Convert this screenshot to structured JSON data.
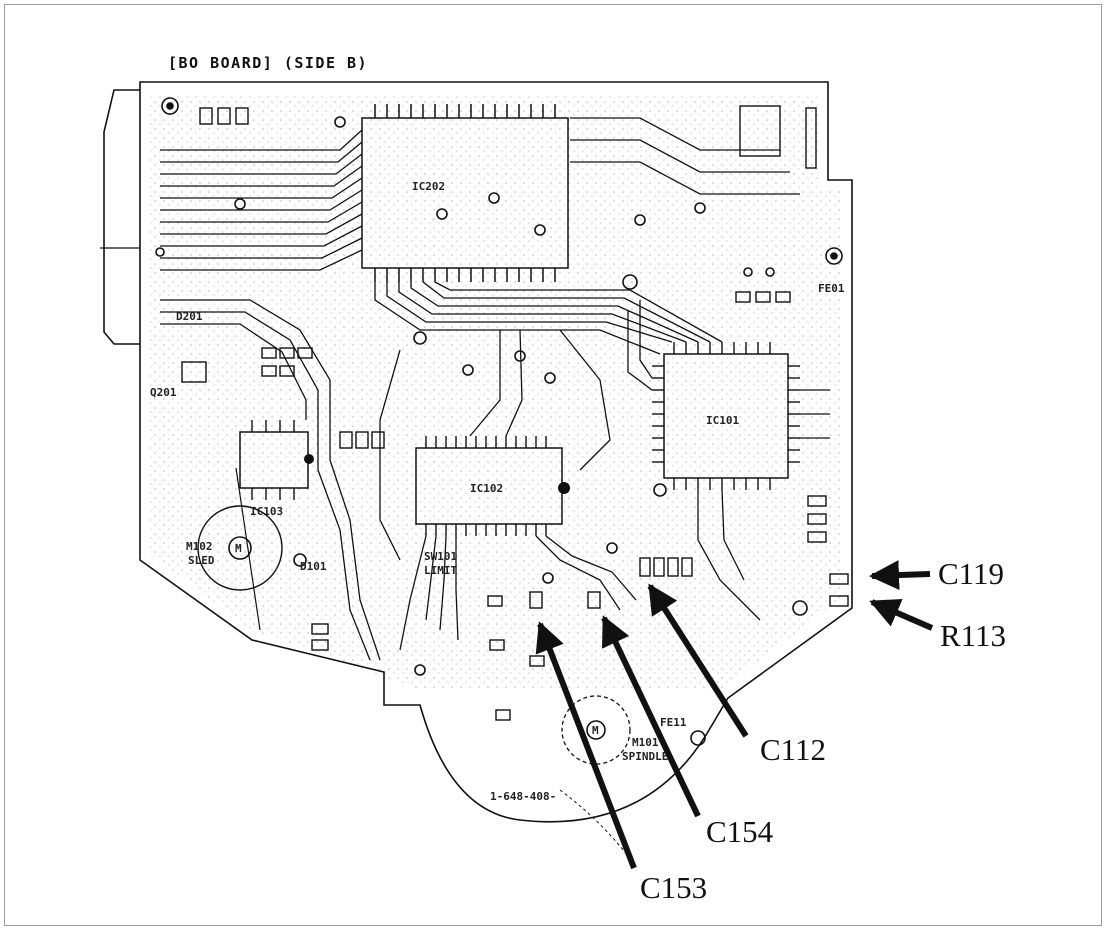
{
  "board": {
    "title": "[BO BOARD] (SIDE B)",
    "part_number": "1-648-408-",
    "ic_labels": [
      "IC202",
      "IC102",
      "IC101",
      "IC103"
    ],
    "device_labels": [
      "D201",
      "D101",
      "Q201",
      "SW101",
      "LIMIT",
      "M102",
      "SLED",
      "M101",
      "SPINDLE",
      "FE01",
      "FE11"
    ]
  },
  "callouts": [
    {
      "id": "c119",
      "label": "C119"
    },
    {
      "id": "r113",
      "label": "R113"
    },
    {
      "id": "c112",
      "label": "C112"
    },
    {
      "id": "c154",
      "label": "C154"
    },
    {
      "id": "c153",
      "label": "C153"
    }
  ],
  "colors": {
    "ink": "#111111",
    "paper": "#ffffff",
    "frame": "#9a9a9a"
  }
}
